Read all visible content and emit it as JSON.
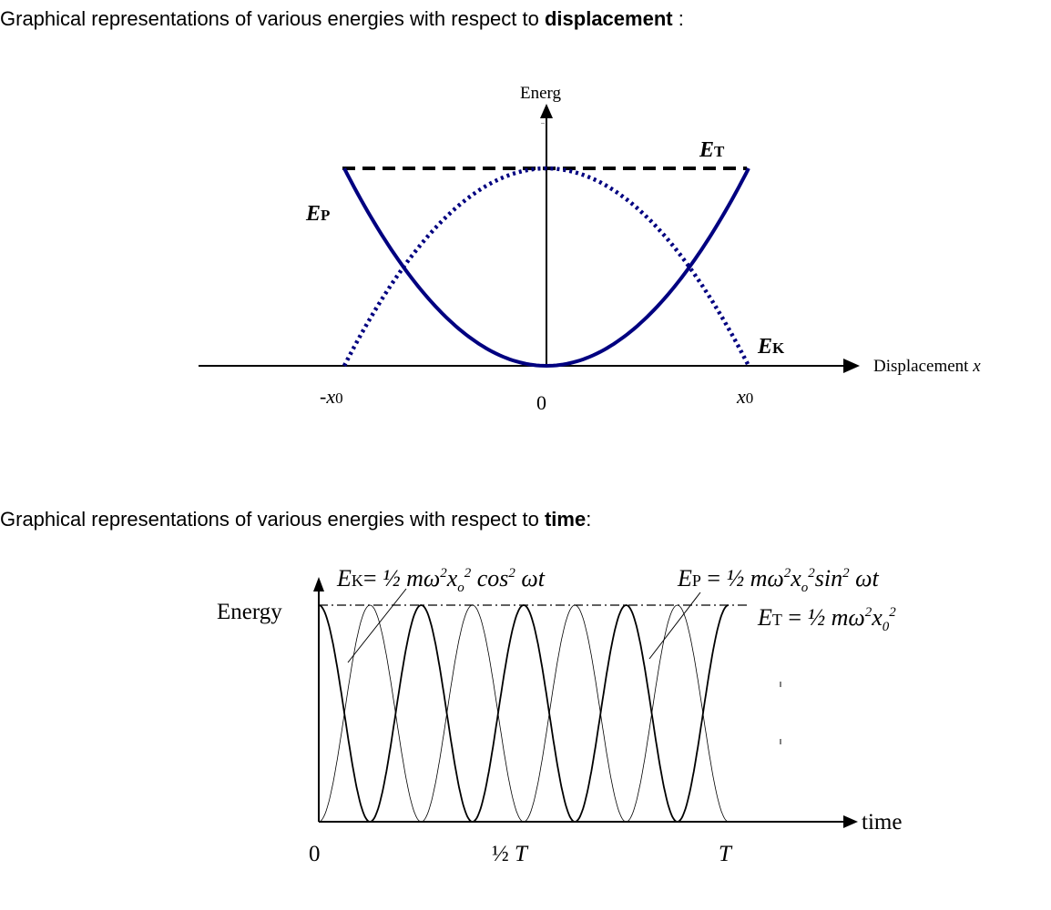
{
  "heading1": {
    "prefix": "Graphical representations of various energies with respect to ",
    "bold": "displacement",
    "suffix": " :"
  },
  "heading2": {
    "prefix": "Graphical representations of various energies with respect to ",
    "bold": "time",
    "suffix": ":"
  },
  "graph1": {
    "y_axis_label": "Energ",
    "x_axis_label_text": "Displacement ",
    "x_axis_label_var": "x",
    "total_label": {
      "main": "E",
      "sub": "T"
    },
    "potential_label": {
      "main": "E",
      "sub": "P"
    },
    "kinetic_label": {
      "main": "E",
      "sub": "K"
    },
    "tick_neg_x0": {
      "prefix": "-x",
      "sub": "0"
    },
    "tick_zero": "0",
    "tick_x0": {
      "main": "x",
      "sub": "0"
    },
    "curve_color": "#000080"
  },
  "graph2": {
    "y_axis_label": "Energy",
    "x_axis_label": "time",
    "tick_zero": "0",
    "tick_half_T": "½ T",
    "tick_T": "T",
    "ek_formula": "E_K = ½ mω²x_o² cos² ωt",
    "ep_formula": "E_P = ½ mω²x_o² sin² ωt",
    "et_formula": "E_T = ½ mω²x_0²"
  }
}
